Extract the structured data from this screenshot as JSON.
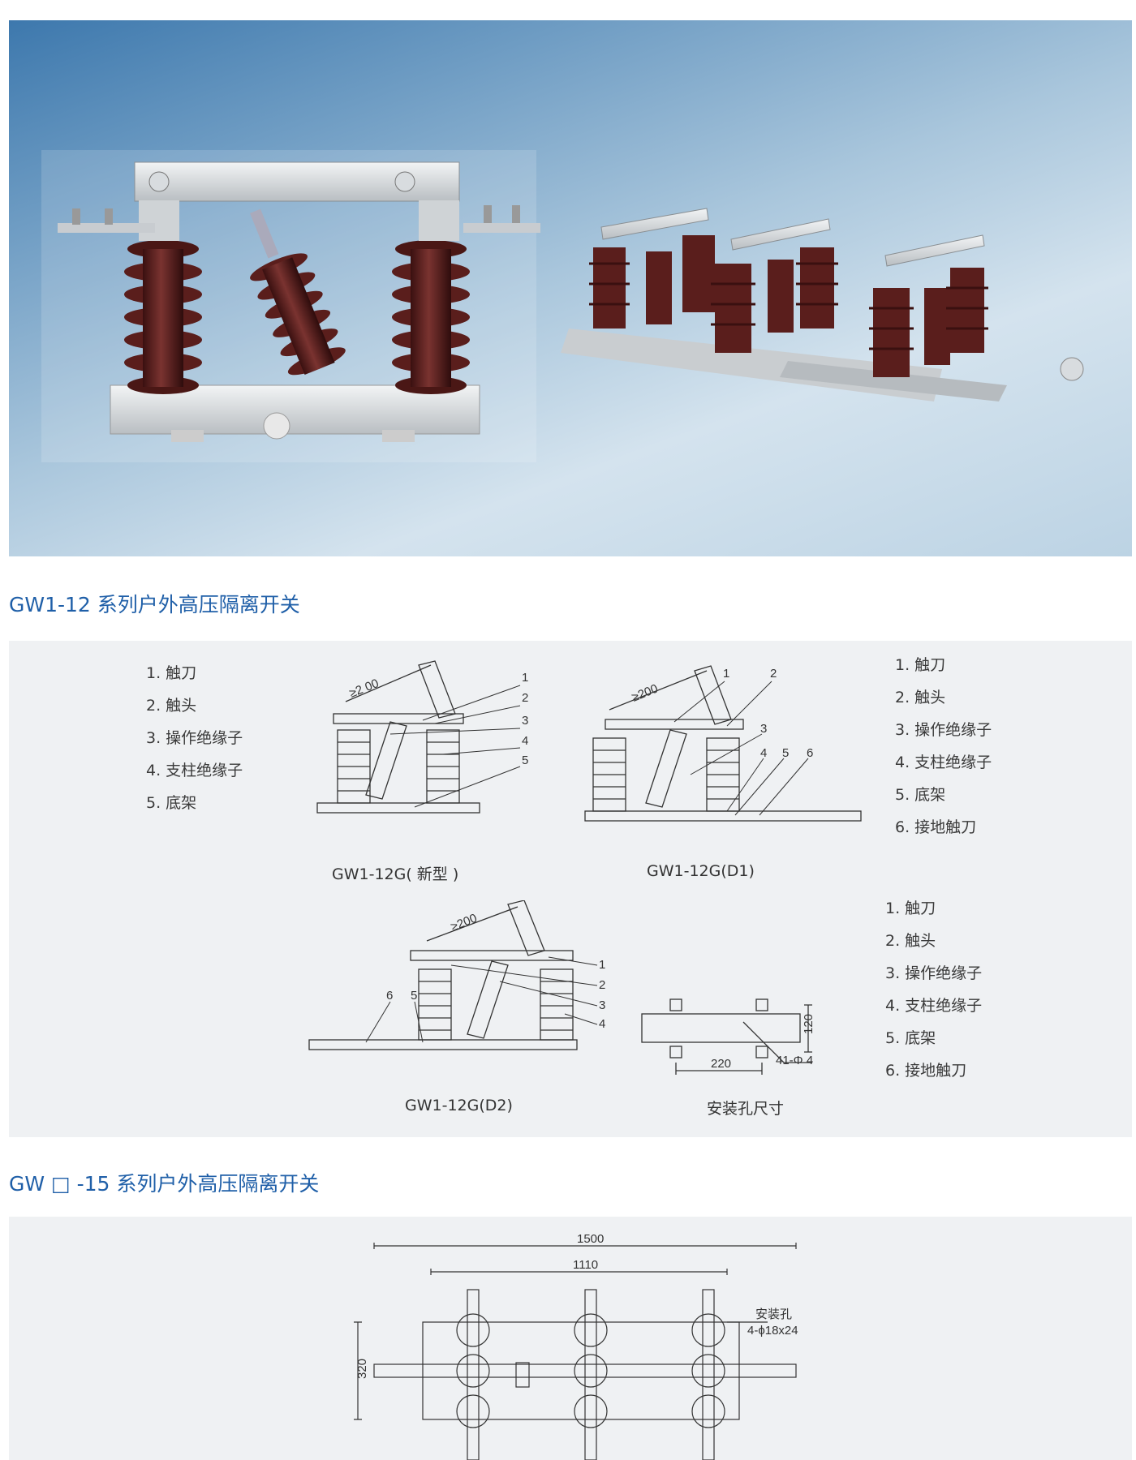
{
  "sections": [
    {
      "title": "GW1-12 系列户外高压隔离开关"
    },
    {
      "title": "GW □ -15 系列户外高压隔离开关"
    }
  ],
  "legend_a": [
    "1. 触刀",
    "2. 触头",
    "3. 操作绝缘子",
    "4. 支柱绝缘子",
    "5. 底架"
  ],
  "legend_b": [
    "1. 触刀",
    "2. 触头",
    "3. 操作绝缘子",
    "4. 支柱绝缘子",
    "5. 底架",
    "6. 接地触刀"
  ],
  "legend_c": [
    "1. 触刀",
    "2. 触头",
    "3. 操作绝缘子",
    "4. 支柱绝缘子",
    "5. 底架",
    "6. 接地触刀"
  ],
  "drawings": {
    "new_type": {
      "caption": "GW1-12G( 新型 )",
      "dim": "≥2 00",
      "callouts": [
        "1",
        "2",
        "3",
        "4",
        "5"
      ]
    },
    "d1": {
      "caption": "GW1-12G(D1)",
      "dim": "≥200",
      "callouts": [
        "1",
        "2",
        "3",
        "4",
        "5",
        "6"
      ]
    },
    "d2": {
      "caption": "GW1-12G(D2)",
      "dim": "≥200",
      "callouts": [
        "1",
        "2",
        "3",
        "4",
        "5",
        "6"
      ]
    },
    "mount": {
      "caption": "安装孔尺寸",
      "width": "220",
      "height": "120",
      "holes": "41-Φ 4"
    },
    "gw15": {
      "overall": "1500",
      "inner": "1110",
      "depth": "320",
      "hole_label": "安装孔",
      "hole_spec": "4-ϕ18x24"
    }
  },
  "colors": {
    "heading": "#1f5fa8",
    "panel": "#eff1f3",
    "porcelain": "#5a1e1c",
    "hero_blue": "#6e9cc3"
  }
}
